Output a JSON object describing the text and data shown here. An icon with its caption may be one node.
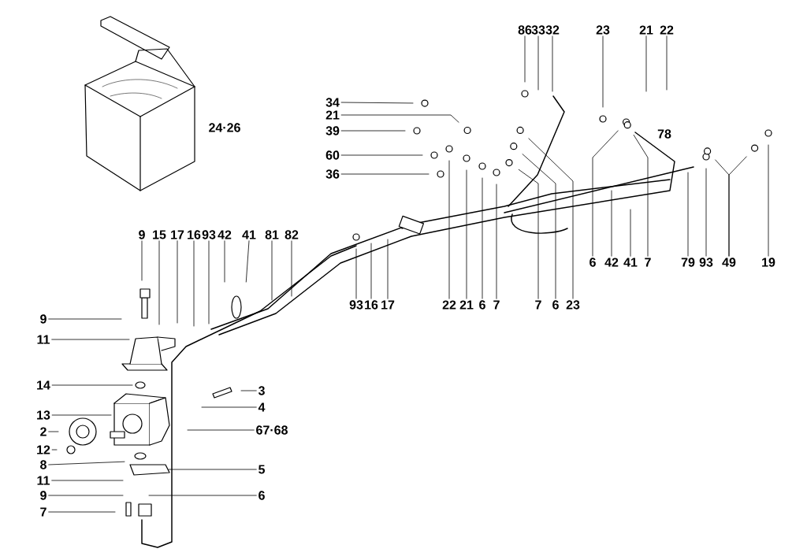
{
  "diagram": {
    "nodes": [
      {
        "text": [
          "86"
        ]
      },
      {
        "text": [
          "33"
        ]
      },
      {
        "text": [
          "32"
        ]
      },
      {
        "text": [
          "23"
        ]
      },
      {
        "text": [
          "21"
        ]
      },
      {
        "text": [
          "22"
        ]
      },
      {
        "text": [
          "34"
        ]
      },
      {
        "text": [
          "21"
        ]
      },
      {
        "text": [
          "39"
        ]
      },
      {
        "text": [
          "60"
        ]
      },
      {
        "text": [
          "36"
        ]
      },
      {
        "text": [
          "9"
        ]
      },
      {
        "text": [
          "15"
        ]
      },
      {
        "text": [
          "17"
        ]
      },
      {
        "text": [
          "16"
        ]
      },
      {
        "text": [
          "93"
        ]
      },
      {
        "text": [
          "42"
        ]
      },
      {
        "text": [
          "41"
        ]
      },
      {
        "text": [
          "81"
        ]
      },
      {
        "text": [
          "82"
        ]
      },
      {
        "text": [
          "93"
        ]
      },
      {
        "text": [
          "16"
        ]
      },
      {
        "text": [
          "17"
        ]
      },
      {
        "text": [
          "22"
        ]
      },
      {
        "text": [
          "21"
        ]
      },
      {
        "text": [
          "6"
        ]
      },
      {
        "text": [
          "7"
        ]
      },
      {
        "text": [
          "7"
        ]
      },
      {
        "text": [
          "6"
        ]
      },
      {
        "text": [
          "23"
        ]
      },
      {
        "text": [
          "6"
        ]
      },
      {
        "text": [
          "42"
        ]
      },
      {
        "text": [
          "41"
        ]
      },
      {
        "text": [
          "7"
        ]
      },
      {
        "text": [
          "79"
        ]
      },
      {
        "text": [
          "93"
        ]
      },
      {
        "text": [
          "49"
        ]
      },
      {
        "text": [
          "19"
        ]
      },
      {
        "text": [
          "9"
        ]
      },
      {
        "text": [
          "11"
        ]
      },
      {
        "text": [
          "14"
        ]
      },
      {
        "text": [
          "13"
        ]
      },
      {
        "text": [
          "2"
        ]
      },
      {
        "text": [
          "12"
        ]
      },
      {
        "text": [
          "8"
        ]
      },
      {
        "text": [
          "11"
        ]
      },
      {
        "text": [
          "9"
        ]
      },
      {
        "text": [
          "7"
        ]
      },
      {
        "text": [
          "3"
        ]
      },
      {
        "text": [
          "4"
        ]
      },
      {
        "text": [
          "67·68"
        ]
      },
      {
        "text": [
          "5"
        ]
      },
      {
        "text": [
          "6"
        ]
      }
    ],
    "edges": [
      {
        "from": 0,
        "to": null,
        "arrow": "none"
      },
      {
        "from": 1,
        "to": null,
        "arrow": "none"
      },
      {
        "from": 2,
        "to": null,
        "arrow": "none"
      },
      {
        "from": 3,
        "to": null,
        "arrow": "none"
      },
      {
        "from": 4,
        "to": null,
        "arrow": "none"
      },
      {
        "from": 5,
        "to": null,
        "arrow": "none"
      },
      {
        "from": 6,
        "to": null,
        "arrow": "none"
      },
      {
        "from": 7,
        "to": null,
        "arrow": "none"
      },
      {
        "from": 8,
        "to": null,
        "arrow": "none"
      },
      {
        "from": 9,
        "to": null,
        "arrow": "none"
      },
      {
        "from": 10,
        "to": null,
        "arrow": "none"
      },
      {
        "from": 11,
        "to": null,
        "arrow": "none"
      },
      {
        "from": 12,
        "to": null,
        "arrow": "none"
      },
      {
        "from": 13,
        "to": null,
        "arrow": "none"
      },
      {
        "from": 14,
        "to": null,
        "arrow": "none"
      },
      {
        "from": 15,
        "to": null,
        "arrow": "none"
      },
      {
        "from": 16,
        "to": null,
        "arrow": "none"
      },
      {
        "from": 17,
        "to": null,
        "arrow": "none"
      },
      {
        "from": 18,
        "to": null,
        "arrow": "none"
      },
      {
        "from": 19,
        "to": null,
        "arrow": "none"
      },
      {
        "from": 20,
        "to": null,
        "arrow": "none"
      },
      {
        "from": 21,
        "to": null,
        "arrow": "none"
      },
      {
        "from": 22,
        "to": null,
        "arrow": "none"
      },
      {
        "from": 23,
        "to": null,
        "arrow": "none"
      },
      {
        "from": 24,
        "to": null,
        "arrow": "none"
      },
      {
        "from": 25,
        "to": null,
        "arrow": "none"
      },
      {
        "from": 26,
        "to": null,
        "arrow": "none"
      },
      {
        "from": 27,
        "to": null,
        "arrow": "none"
      },
      {
        "from": 28,
        "to": null,
        "arrow": "none"
      },
      {
        "from": 29,
        "to": null,
        "arrow": "none"
      },
      {
        "from": 30,
        "to": null,
        "arrow": "none"
      },
      {
        "from": 31,
        "to": null,
        "arrow": "none"
      },
      {
        "from": 32,
        "to": null,
        "arrow": "none"
      },
      {
        "from": 33,
        "to": null,
        "arrow": "none"
      },
      {
        "from": 34,
        "to": null,
        "arrow": "none"
      },
      {
        "from": 35,
        "to": null,
        "arrow": "none"
      },
      {
        "from": 36,
        "to": null,
        "arrow": "none"
      },
      {
        "from": 37,
        "to": null,
        "arrow": "none"
      },
      {
        "from": 38,
        "to": null,
        "arrow": "none"
      },
      {
        "from": 39,
        "to": null,
        "arrow": "none"
      },
      {
        "from": 40,
        "to": null,
        "arrow": "none"
      },
      {
        "from": 41,
        "to": null,
        "arrow": "none"
      },
      {
        "from": 42,
        "to": null,
        "arrow": "none"
      },
      {
        "from": 43,
        "to": null,
        "arrow": "none"
      },
      {
        "from": 44,
        "to": null,
        "arrow": "none"
      },
      {
        "from": 45,
        "to": null,
        "arrow": "none"
      },
      {
        "from": 46,
        "to": null,
        "arrow": "none"
      },
      {
        "from": 47,
        "to": null,
        "arrow": "none"
      },
      {
        "from": 48,
        "to": null,
        "arrow": "none"
      },
      {
        "from": 49,
        "to": null,
        "arrow": "none"
      },
      {
        "from": 50,
        "to": null,
        "arrow": "none"
      },
      {
        "from": 51,
        "to": null,
        "arrow": "none"
      },
      {
        "from": 52,
        "to": null,
        "arrow": "none"
      },
      {
        "from": 36,
        "to": null,
        "arrow": "none"
      }
    ],
    "labels": [
      "24·26",
      "78"
    ]
  }
}
